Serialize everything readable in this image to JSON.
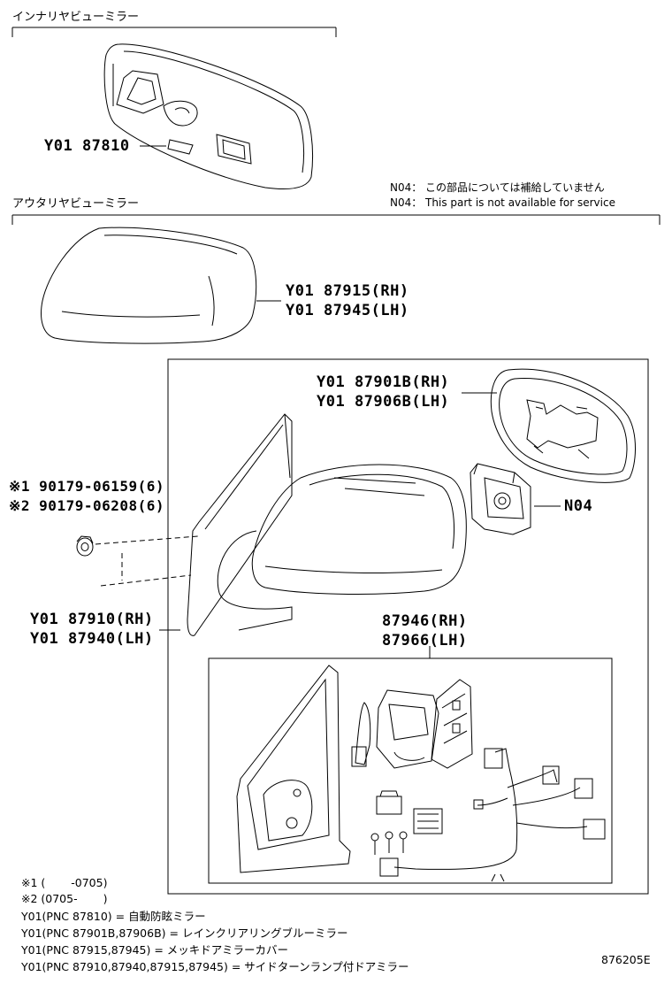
{
  "sections": {
    "inner": "インナリヤビューミラー",
    "outer": "アウタリヤビューミラー"
  },
  "notes": {
    "n04_jp": "N04： この部品については補給していません",
    "n04_en": "N04： This part is not available for service"
  },
  "parts": {
    "p87810": "Y01 87810",
    "p87915": "Y01 87915(RH)",
    "p87945": "Y01 87945(LH)",
    "p87901b": "Y01 87901B(RH)",
    "p87906b": "Y01 87906B(LH)",
    "screw1": "※1 90179-06159(6)",
    "screw2": "※2 90179-06208(6)",
    "n04": "N04",
    "p87910": "Y01 87910(RH)",
    "p87940": "Y01 87940(LH)",
    "p87946": "87946(RH)",
    "p87966": "87966(LH)"
  },
  "footnotes": {
    "f1": "※1 (　　 -0705)",
    "f2": "※2 (0705-　　 )",
    "f3": "Y01(PNC 87810) = 自動防眩ミラー",
    "f4": "Y01(PNC 87901B,87906B) = レインクリアリングブルーミラー",
    "f5": "Y01(PNC 87915,87945) = メッキドアミラーカバー",
    "f6": "Y01(PNC 87910,87940,87915,87945) = サイドターンランプ付ドアミラー"
  },
  "diagram_id": "876205E"
}
